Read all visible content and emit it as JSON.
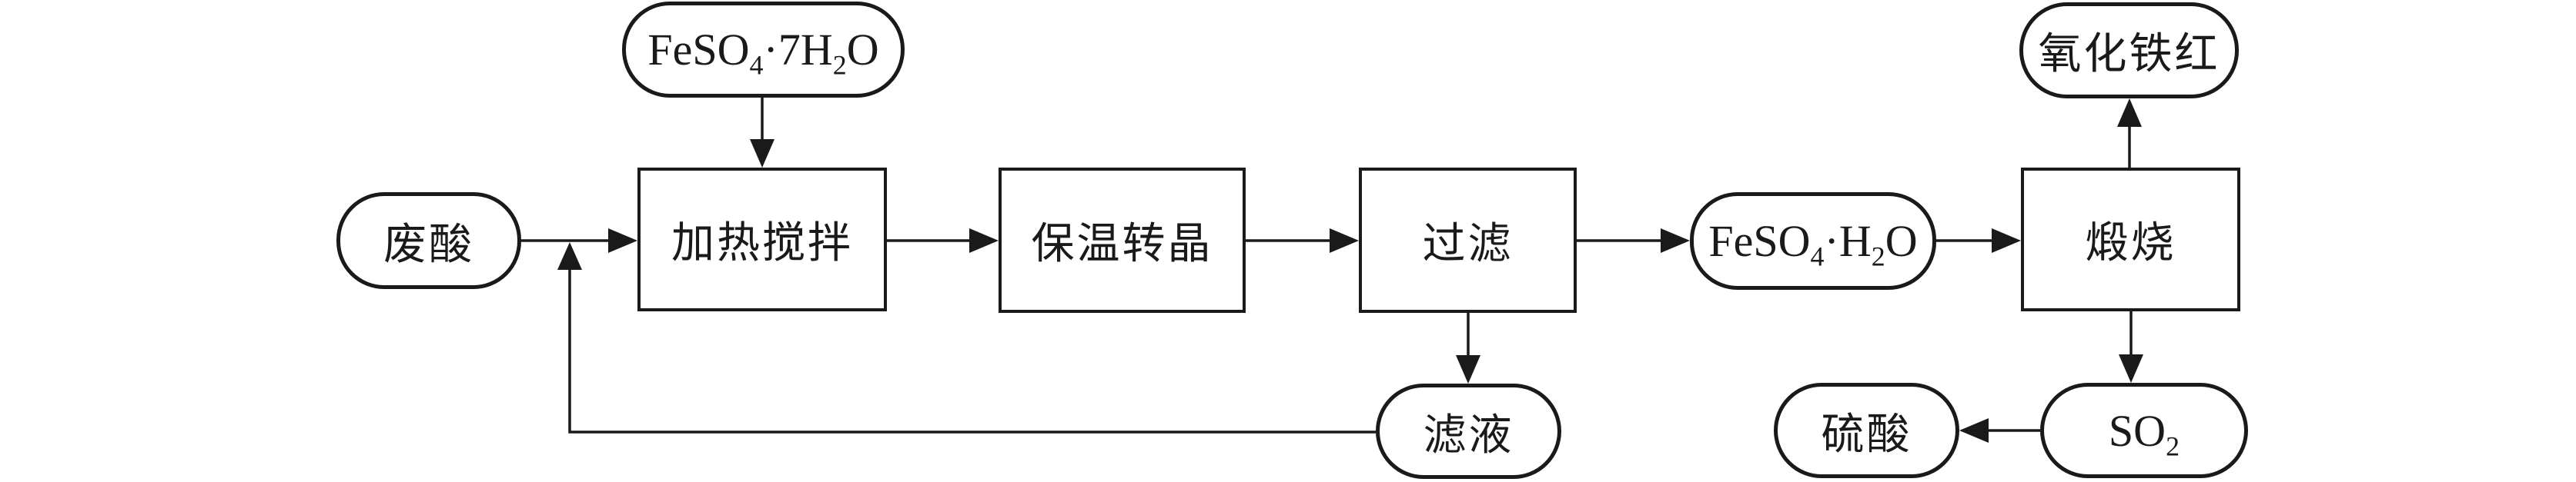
{
  "page": {
    "background": "#ffffff",
    "ink_color": "#1a1a1a"
  },
  "nodes": {
    "feso4_7h2o": {
      "shape": "oval",
      "label": "FeSO4·7H2O",
      "parts": [
        {
          "t": "FeSO"
        },
        {
          "t": "4",
          "sub": true
        },
        {
          "t": "·7H"
        },
        {
          "t": "2",
          "sub": true
        },
        {
          "t": "O"
        }
      ]
    },
    "feisuan": {
      "shape": "oval",
      "label": "废酸"
    },
    "jiare": {
      "shape": "rect",
      "label": "加热搅拌"
    },
    "baowen": {
      "shape": "rect",
      "label": "保温转晶"
    },
    "guolv": {
      "shape": "rect",
      "label": "过滤"
    },
    "feso4_h2o": {
      "shape": "oval",
      "label": "FeSO4·H2O",
      "parts": [
        {
          "t": "FeSO"
        },
        {
          "t": "4",
          "sub": true
        },
        {
          "t": "·H"
        },
        {
          "t": "2",
          "sub": true
        },
        {
          "t": "O"
        }
      ]
    },
    "duanshao": {
      "shape": "rect",
      "label": "煅烧"
    },
    "yanghuatiehong": {
      "shape": "oval",
      "label": "氧化铁红"
    },
    "so2": {
      "shape": "oval",
      "label": "SO2",
      "parts": [
        {
          "t": "SO"
        },
        {
          "t": "2",
          "sub": true
        }
      ]
    },
    "liusuan": {
      "shape": "oval",
      "label": "硫酸"
    },
    "lvye": {
      "shape": "oval",
      "label": "滤液"
    }
  },
  "edges": [
    {
      "from": "FeSO4·7H2O",
      "to": "加热搅拌",
      "direction": "down"
    },
    {
      "from": "废酸",
      "to": "加热搅拌",
      "direction": "right"
    },
    {
      "from": "加热搅拌",
      "to": "保温转晶",
      "direction": "right"
    },
    {
      "from": "保温转晶",
      "to": "过滤",
      "direction": "right"
    },
    {
      "from": "过滤",
      "to": "FeSO4·H2O",
      "direction": "right"
    },
    {
      "from": "FeSO4·H2O",
      "to": "煅烧",
      "direction": "right"
    },
    {
      "from": "煅烧",
      "to": "氧化铁红",
      "direction": "up"
    },
    {
      "from": "煅烧",
      "to": "SO2",
      "direction": "down"
    },
    {
      "from": "SO2",
      "to": "硫酸",
      "direction": "left"
    },
    {
      "from": "过滤",
      "to": "滤液",
      "direction": "down"
    },
    {
      "from": "滤液",
      "to": "加热搅拌",
      "direction": "recycle-left-up",
      "note": "joins the 废酸→加热搅拌 feed line"
    }
  ]
}
